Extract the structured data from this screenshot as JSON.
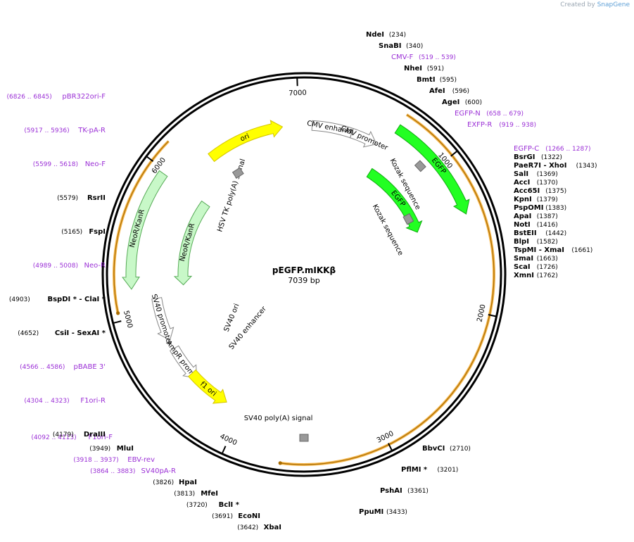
{
  "credit": {
    "prefix": "Created by",
    "brand": "SnapGene"
  },
  "plasmid": {
    "name": "pEGFP.mIKKβ",
    "size_label": "7039 bp",
    "length": 7039
  },
  "ticks": [
    "7000",
    "1000",
    "2000",
    "3000",
    "4000",
    "5000",
    "6000"
  ],
  "features": [
    {
      "id": "ori",
      "label": "ori",
      "start": 6287,
      "end": 6877,
      "dir": 1,
      "track": 2,
      "color": "#ffff00",
      "stroke": "#d4c400"
    },
    {
      "id": "cmv-enhancer",
      "label": "CMV enhancer",
      "start": 61,
      "end": 364,
      "dir": 0,
      "track": 2,
      "color": "#ffffff",
      "stroke": "#888888"
    },
    {
      "id": "cmv-promoter",
      "label": "CMV promoter",
      "start": 365,
      "end": 568,
      "dir": 1,
      "track": 2,
      "color": "#ffffff",
      "stroke": "#888888"
    },
    {
      "id": "egfp-outer",
      "label": "EGFP",
      "start": 640,
      "end": 1360,
      "dir": 1,
      "track": 1,
      "color": "#22ff22",
      "stroke": "#11aa11"
    },
    {
      "id": "egfp-inner",
      "label": "EGFP",
      "start": 640,
      "end": 1360,
      "dir": 1,
      "track": 3,
      "color": "#22ff22",
      "stroke": "#11aa11"
    },
    {
      "id": "neokanr-outer",
      "label": "NeoR/KanR",
      "start": 5184,
      "end": 5977,
      "dir": -1,
      "track": 1,
      "color": "#c8f8c8",
      "stroke": "#55aa55"
    },
    {
      "id": "neokanr-inner",
      "label": "NeoR/KanR",
      "start": 5184,
      "end": 5977,
      "dir": -1,
      "track": 3,
      "color": "#c8f8c8",
      "stroke": "#55aa55"
    },
    {
      "id": "sv40-promoter",
      "label": "SV40 promoter",
      "start": 4770,
      "end": 5100,
      "dir": -1,
      "track": 2,
      "color": "#ffffff",
      "stroke": "#888888"
    },
    {
      "id": "ampr-promoter",
      "label": "AmpR promoter",
      "start": 4420,
      "end": 4700,
      "dir": -1,
      "track": 2,
      "color": "#ffffff",
      "stroke": "#888888"
    },
    {
      "id": "f1-ori",
      "label": "f1 ori",
      "start": 4130,
      "end": 4470,
      "dir": -1,
      "track": 2,
      "color": "#ffff00",
      "stroke": "#d4c400"
    }
  ],
  "outer_arcs": [
    {
      "id": "orange-cds-right",
      "start": 640,
      "end": 3660,
      "dir": -1
    },
    {
      "id": "orange-cds-left",
      "start": 5050,
      "end": 6150,
      "dir": 1
    }
  ],
  "inner_labels": [
    {
      "text": "Kozak sequence",
      "angle": 48,
      "r": 190,
      "rot": 62
    },
    {
      "text": "Kozak sequence",
      "angle": 62,
      "r": 132,
      "rot": 62
    },
    {
      "text": "HSV TK poly(A) signal",
      "angle": -42,
      "r": 150,
      "rot": -72
    },
    {
      "text": "SV40 ori",
      "angle": -122,
      "r": 118,
      "rot": -68
    },
    {
      "text": "SV40 enhancer",
      "angle": -135,
      "r": 110,
      "rot": -50
    },
    {
      "text": "SV40 poly(A) signal",
      "angle": -170,
      "r": 210,
      "rot": 0
    }
  ],
  "sites": [
    {
      "name": "NdeI",
      "pos": "(234)",
      "side": "R",
      "color": "#000000"
    },
    {
      "name": "SnaBI",
      "pos": "(340)",
      "side": "R",
      "color": "#000000"
    },
    {
      "name": "CMV-F",
      "pos": "(519 .. 539)",
      "side": "R",
      "color": "#9b30d6"
    },
    {
      "name": "NheI",
      "pos": "(591)",
      "side": "R",
      "color": "#000000"
    },
    {
      "name": "BmtI",
      "pos": "(595)",
      "side": "R",
      "color": "#000000"
    },
    {
      "name": "AfeI",
      "pos": "(596)",
      "side": "R",
      "color": "#000000"
    },
    {
      "name": "AgeI",
      "pos": "(600)",
      "side": "R",
      "color": "#000000"
    },
    {
      "name": "EGFP-N",
      "pos": "(658 .. 679)",
      "side": "R",
      "color": "#9b30d6"
    },
    {
      "name": "EXFP-R",
      "pos": "(919 .. 938)",
      "side": "R",
      "color": "#9b30d6"
    },
    {
      "name": "EGFP-C",
      "pos": "(1266 .. 1287)",
      "side": "R",
      "color": "#9b30d6"
    },
    {
      "name": "BsrGI",
      "pos": "(1322)",
      "side": "R",
      "color": "#000000"
    },
    {
      "name": "PaeR7I - XhoI",
      "pos": "(1343)",
      "side": "R",
      "color": "#000000"
    },
    {
      "name": "SalI",
      "pos": "(1369)",
      "side": "R",
      "color": "#000000"
    },
    {
      "name": "AccI",
      "pos": "(1370)",
      "side": "R",
      "color": "#000000"
    },
    {
      "name": "Acc65I",
      "pos": "(1375)",
      "side": "R",
      "color": "#000000"
    },
    {
      "name": "KpnI",
      "pos": "(1379)",
      "side": "R",
      "color": "#000000"
    },
    {
      "name": "PspOMI",
      "pos": "(1383)",
      "side": "R",
      "color": "#000000"
    },
    {
      "name": "ApaI",
      "pos": "(1387)",
      "side": "R",
      "color": "#000000"
    },
    {
      "name": "NotI",
      "pos": "(1416)",
      "side": "R",
      "color": "#000000"
    },
    {
      "name": "BstEII",
      "pos": "(1442)",
      "side": "R",
      "color": "#000000"
    },
    {
      "name": "BlpI",
      "pos": "(1582)",
      "side": "R",
      "color": "#000000"
    },
    {
      "name": "TspMI - XmaI",
      "pos": "(1661)",
      "side": "R",
      "color": "#000000"
    },
    {
      "name": "SmaI",
      "pos": "(1663)",
      "side": "R",
      "color": "#000000"
    },
    {
      "name": "ScaI",
      "pos": "(1726)",
      "side": "R",
      "color": "#000000"
    },
    {
      "name": "XmnI",
      "pos": "(1762)",
      "side": "R",
      "color": "#000000"
    },
    {
      "name": "BbvCI",
      "pos": "(2710)",
      "side": "R",
      "color": "#000000"
    },
    {
      "name": "PflMI *",
      "pos": "(3201)",
      "side": "R",
      "color": "#000000"
    },
    {
      "name": "PshAI",
      "pos": "(3361)",
      "side": "R",
      "color": "#000000"
    },
    {
      "name": "PpuMI",
      "pos": "(3433)",
      "side": "R",
      "color": "#000000"
    },
    {
      "name": "XbaI",
      "pos": "(3642)",
      "side": "L",
      "color": "#000000"
    },
    {
      "name": "EcoNI",
      "pos": "(3691)",
      "side": "L",
      "color": "#000000"
    },
    {
      "name": "BclI *",
      "pos": "(3720)",
      "side": "L",
      "color": "#000000"
    },
    {
      "name": "MfeI",
      "pos": "(3813)",
      "side": "L",
      "color": "#000000"
    },
    {
      "name": "HpaI",
      "pos": "(3826)",
      "side": "L",
      "color": "#000000"
    },
    {
      "name": "SV40pA-R",
      "pos": "(3864 .. 3883)",
      "side": "L",
      "color": "#9b30d6"
    },
    {
      "name": "EBV-rev",
      "pos": "(3918 .. 3937)",
      "side": "L",
      "color": "#9b30d6"
    },
    {
      "name": "MluI",
      "pos": "(3949)",
      "side": "L",
      "color": "#000000"
    },
    {
      "name": "F1ori-F",
      "pos": "(4092 .. 4113)",
      "side": "L",
      "color": "#9b30d6"
    },
    {
      "name": "DraIII",
      "pos": "(4179)",
      "side": "L",
      "color": "#000000"
    },
    {
      "name": "F1ori-R",
      "pos": "(4304 .. 4323)",
      "side": "L",
      "color": "#9b30d6"
    },
    {
      "name": "pBABE 3'",
      "pos": "(4566 .. 4586)",
      "side": "L",
      "color": "#9b30d6"
    },
    {
      "name": "CsiI - SexAI *",
      "pos": "(4652)",
      "side": "L",
      "color": "#000000"
    },
    {
      "name": "BspDI * - ClaI *",
      "pos": "(4903)",
      "side": "L",
      "color": "#000000"
    },
    {
      "name": "Neo-R",
      "pos": "(4989 .. 5008)",
      "side": "L",
      "color": "#9b30d6"
    },
    {
      "name": "FspI",
      "pos": "(5165)",
      "side": "L",
      "color": "#000000"
    },
    {
      "name": "RsrII",
      "pos": "(5579)",
      "side": "L",
      "color": "#000000"
    },
    {
      "name": "Neo-F",
      "pos": "(5599 .. 5618)",
      "side": "L",
      "color": "#9b30d6"
    },
    {
      "name": "TK-pA-R",
      "pos": "(5917 .. 5936)",
      "side": "L",
      "color": "#9b30d6"
    },
    {
      "name": "pBR322ori-F",
      "pos": "(6826 .. 6845)",
      "side": "L",
      "color": "#9b30d6"
    }
  ]
}
